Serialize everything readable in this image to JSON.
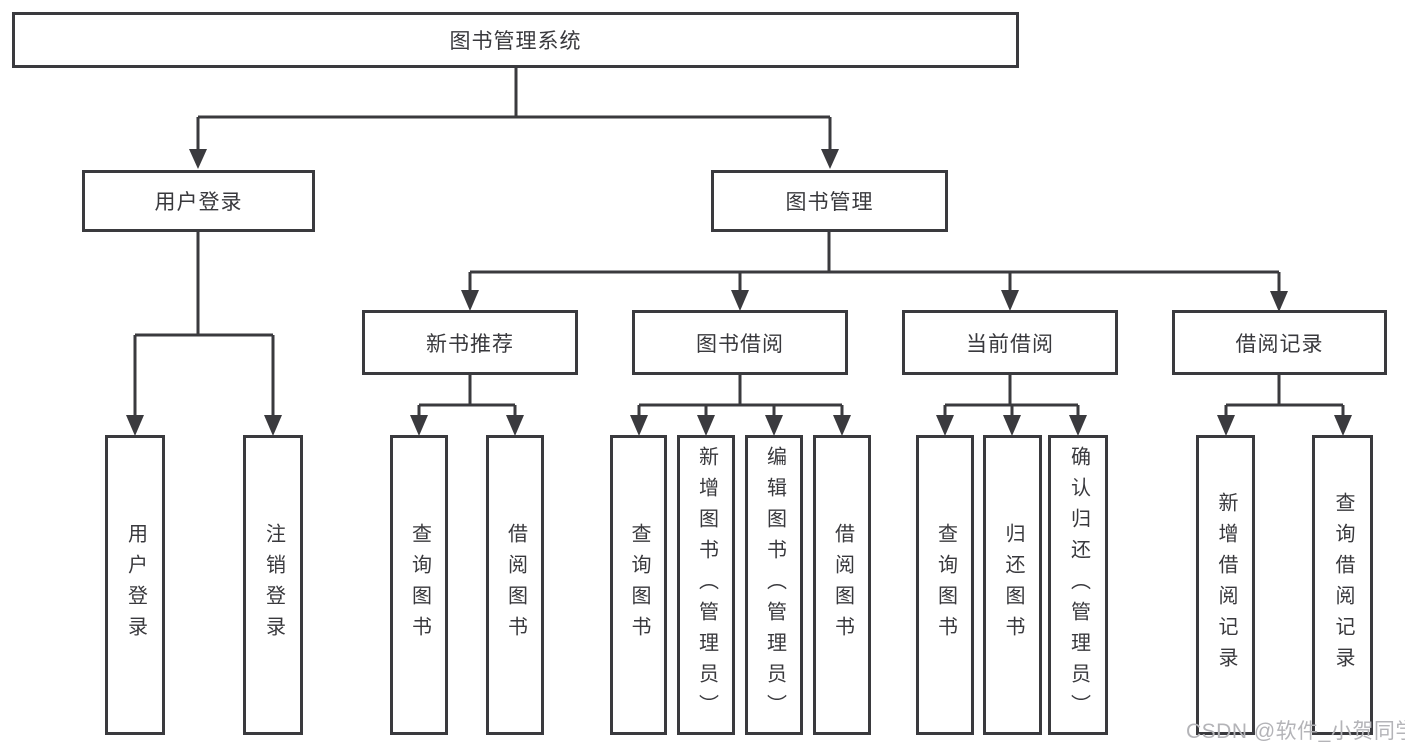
{
  "diagram": {
    "root": {
      "label": "图书管理系统"
    },
    "level2": {
      "user_login": {
        "label": "用户登录"
      },
      "book_management": {
        "label": "图书管理"
      }
    },
    "level3": {
      "new_book_recommend": {
        "label": "新书推荐"
      },
      "book_borrow": {
        "label": "图书借阅"
      },
      "current_borrow": {
        "label": "当前借阅"
      },
      "borrow_records": {
        "label": "借阅记录"
      }
    },
    "leaves": {
      "user_login": {
        "label": "用户登录"
      },
      "logout": {
        "label": "注销登录"
      },
      "newbook_query_books": {
        "label": "查询图书"
      },
      "newbook_borrow_books": {
        "label": "借阅图书"
      },
      "borrow_query_books": {
        "label": "查询图书"
      },
      "borrow_add_books_admin": {
        "label": "新增图书（管理员）"
      },
      "borrow_edit_books_admin": {
        "label": "编辑图书（管理员）"
      },
      "borrow_borrow_books": {
        "label": "借阅图书"
      },
      "current_query_books": {
        "label": "查询图书"
      },
      "current_return_books": {
        "label": "归还图书"
      },
      "current_confirm_return_admin": {
        "label": "确认归还（管理员）"
      },
      "records_add_record": {
        "label": "新增借阅记录"
      },
      "records_query_record": {
        "label": "查询借阅记录"
      }
    }
  },
  "watermark": {
    "label": "CSDN @软件_小贺同学"
  },
  "colors": {
    "line": "#3a3a3e",
    "text": "#39393d",
    "watermark": "#b4b4b8",
    "background": "#ffffff"
  }
}
